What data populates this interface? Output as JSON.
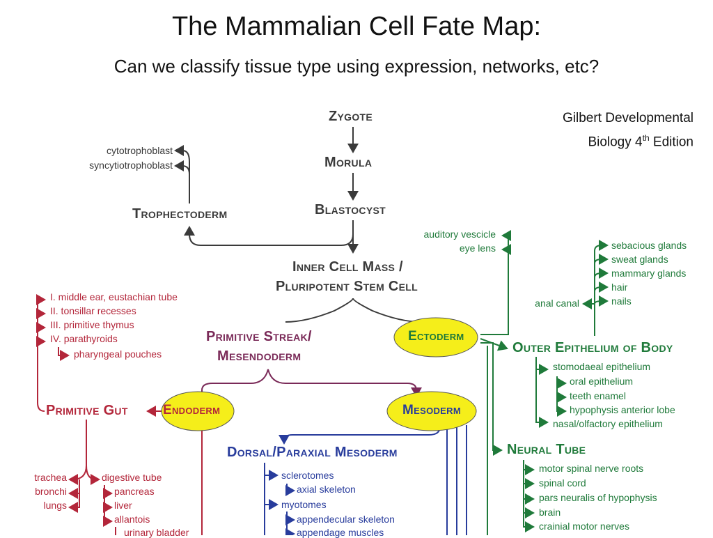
{
  "title": "The Mammalian Cell Fate Map:",
  "subtitle": "Can we classify tissue type using expression, networks, etc?",
  "citation": {
    "line1": "Gilbert Developmental",
    "line2_prefix": "Biology 4",
    "line2_sup": "th",
    "line2_suffix": " Edition"
  },
  "colors": {
    "black": "#3a3a3a",
    "endoderm_red": "#b3263a",
    "ectoderm_green": "#1f7a3a",
    "mesoderm_blue": "#283c9c",
    "mesendoderm_purple": "#7a2a58",
    "germ_layer_fill": "#f5ee1a"
  },
  "nodes": {
    "zygote": "Zygote",
    "morula": "Morula",
    "blastocyst": "Blastocyst",
    "trophectoderm": "Trophectoderm",
    "icm_line1": "Inner Cell Mass /",
    "icm_line2": "Pluripotent Stem Cell",
    "ps_line1": "Primitive Streak/",
    "ps_line2": "Mesendoderm",
    "ectoderm": "Ectoderm",
    "endoderm": "Endoderm",
    "mesoderm": "Mesoderm",
    "primitive_gut": "Primitive Gut",
    "outer_epithelium": "Outer Epithelium of Body",
    "neural_tube": "Neural Tube",
    "dorsal_mesoderm": "Dorsal/Paraxial  Mesoderm"
  },
  "trophectoderm_derivatives": [
    "cytotrophoblast",
    "syncytiotrophoblast"
  ],
  "pharyngeal": {
    "items": [
      "I. middle ear, eustachian tube",
      "II. tonsillar recesses",
      "III. primitive thymus",
      "IV. parathyroids"
    ],
    "pouches": "pharyngeal pouches"
  },
  "gut": {
    "left": [
      "trachea",
      "bronchi",
      "lungs"
    ],
    "digestive_tube": "digestive tube",
    "digestive_items": [
      "pancreas",
      "liver",
      "allantois"
    ],
    "urinary": "urinary bladder"
  },
  "ectoderm_top": [
    "auditory vescicle",
    "eye lens"
  ],
  "skin": [
    "sebacious glands",
    "sweat glands",
    "mammary glands",
    "hair",
    "nails"
  ],
  "anal_canal": "anal canal",
  "outer_epithelium_items": {
    "stomodaeal": "stomodaeal epithelium",
    "sub": [
      "oral epithelium",
      "teeth enamel",
      "hypophysis anterior lobe"
    ],
    "nasal": "nasal/olfactory epithelium"
  },
  "neural_tube_items": [
    "motor spinal nerve roots",
    "spinal cord",
    "pars neuralis of hypophysis",
    "brain",
    "crainial motor nerves"
  ],
  "dorsal_items": {
    "sclerotomes": "sclerotomes",
    "axial": "axial skeleton",
    "myotomes": "myotomes",
    "myotome_items": [
      "appendecular skeleton",
      "appendage muscles"
    ]
  }
}
